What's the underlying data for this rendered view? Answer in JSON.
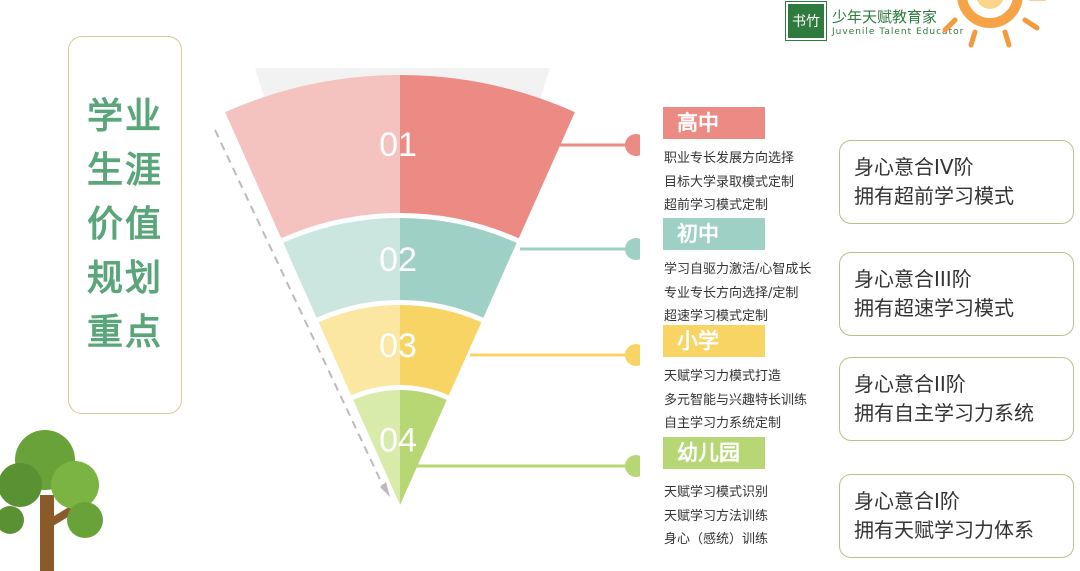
{
  "logo": {
    "seal": "书竹",
    "name": "少年天赋教育家",
    "english": "Juvenile Talent Educator"
  },
  "title": [
    "学业",
    "生涯",
    "价值",
    "规划",
    "重点"
  ],
  "funnel": [
    {
      "num": "01",
      "dark": "#ec8a84",
      "light": "#f5c3bf"
    },
    {
      "num": "02",
      "dark": "#9fd0c6",
      "light": "#cbe6df"
    },
    {
      "num": "03",
      "dark": "#f8d465",
      "light": "#fbe6a2"
    },
    {
      "num": "04",
      "dark": "#b6d774",
      "light": "#d9ebab"
    }
  ],
  "stages": [
    {
      "label": "高中",
      "color": "#ec8a84",
      "items": [
        "职业专长发展方向选择",
        "目标大学录取模式定制",
        "超前学习模式定制"
      ],
      "box": [
        "身心意合IV阶",
        "拥有超前学习模式"
      ]
    },
    {
      "label": "初中",
      "color": "#9fd0c6",
      "items": [
        "学习自驱力激活/心智成长",
        "专业专长方向选择/定制",
        "超速学习模式定制"
      ],
      "box": [
        "身心意合III阶",
        "拥有超速学习模式"
      ]
    },
    {
      "label": "小学",
      "color": "#f8d465",
      "items": [
        "天赋学习力模式打造",
        "多元智能与兴趣特长训练",
        "自主学习力系统定制"
      ],
      "box": [
        "身心意合II阶",
        "拥有自主学习力系统"
      ]
    },
    {
      "label": "幼儿园",
      "color": "#b6d774",
      "items": [
        "天赋学习模式识别",
        "天赋学习方法训练",
        "身心（感统）训练"
      ],
      "box": [
        "身心意合I阶",
        "拥有天赋学习力体系"
      ]
    }
  ]
}
